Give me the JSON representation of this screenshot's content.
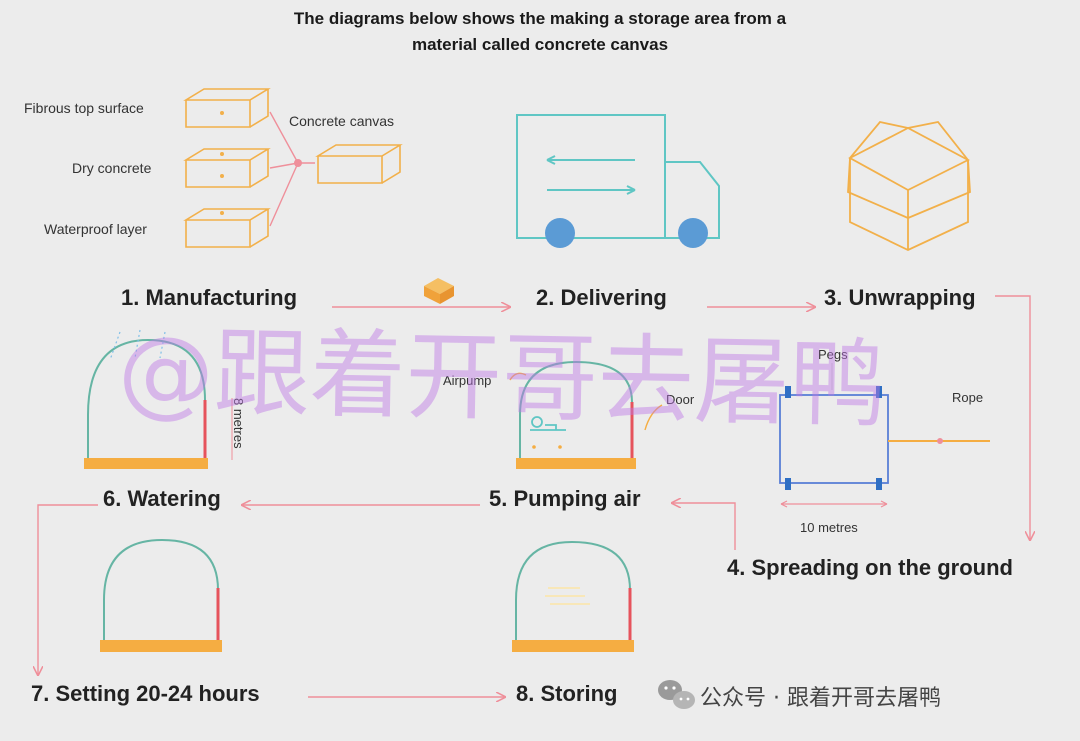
{
  "title": {
    "line1": "The diagrams below shows the making a storage area from a",
    "line2": "material called concrete canvas"
  },
  "steps": [
    {
      "label": "1. Manufacturing"
    },
    {
      "label": "2. Delivering"
    },
    {
      "label": "3. Unwrapping"
    },
    {
      "label": "4. Spreading on the ground"
    },
    {
      "label": "5. Pumping air"
    },
    {
      "label": "6. Watering"
    },
    {
      "label": "7. Setting 20-24 hours"
    },
    {
      "label": "8. Storing"
    }
  ],
  "labels": {
    "fibrous": "Fibrous top surface",
    "dry": "Dry concrete",
    "waterproof": "Waterproof layer",
    "canvas": "Concrete canvas",
    "pegs": "Pegs",
    "rope": "Rope",
    "ten_metres": "10 metres",
    "airpump": "Airpump",
    "door": "Door",
    "eight_metres": "8 metres"
  },
  "watermark": "@跟着开哥去屠鸭",
  "footer": {
    "text": "公众号 · 跟着开哥去屠鸭"
  },
  "colors": {
    "box": "#f2b04a",
    "truck": "#5fc6c4",
    "wheel": "#5b9bd5",
    "arrow": "#ef8f9a",
    "shelter": "#66b5a4",
    "door": "#e6535c",
    "base": "#f5ad42",
    "square": "#5a7fd6",
    "peg": "#2f6fc4"
  }
}
